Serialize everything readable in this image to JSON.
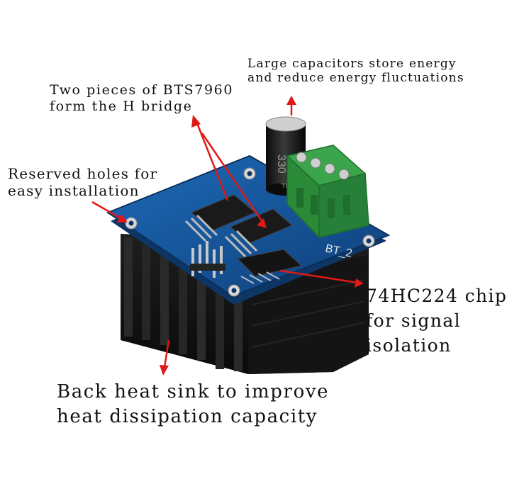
{
  "annotations": {
    "capacitors": {
      "lines": [
        "Large capacitors store energy",
        "and reduce energy fluctuations"
      ]
    },
    "bts7960": {
      "lines": [
        "Two pieces of BTS7960",
        "form the H bridge"
      ]
    },
    "holes": {
      "lines": [
        "Reserved holes for",
        "easy installation"
      ]
    },
    "chip": {
      "lines": [
        "74HC224 chip",
        "for signal",
        "isolation"
      ]
    },
    "heatsink": {
      "lines": [
        "Back heat sink to improve",
        "heat dissipation capacity"
      ]
    }
  },
  "board_markings": {
    "capacitor_value": "330",
    "capacitor_suffix": "F",
    "board_name": "BT_2"
  },
  "colors": {
    "arrow": "#e01818",
    "pcb": "#15549a",
    "heatsink": "#111111",
    "terminal_block": "#2e9a3e",
    "capacitor": "#1b1b1b",
    "label_text": "#111111"
  }
}
